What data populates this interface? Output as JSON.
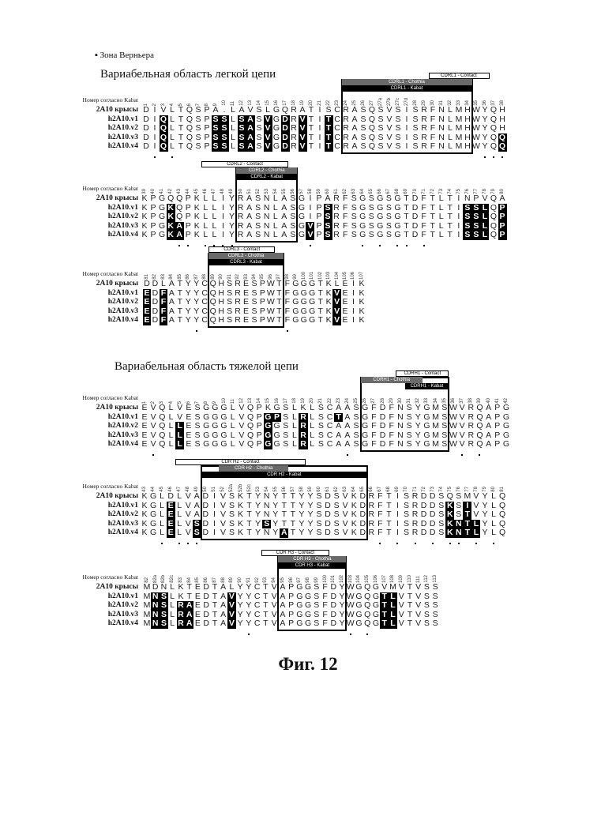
{
  "vernier_note": "▪ Зона Верньера",
  "figure_caption": "Фиг. 12",
  "light_chain": {
    "title": "Вариабельная область легкой цепи",
    "blocks": [
      {
        "numbering_label": "Номер согласно Kabat",
        "numbers": [
          "1",
          "2",
          "3",
          "4",
          "5",
          "6",
          "7",
          "8",
          "9",
          "10",
          "11",
          "12",
          "13",
          "14",
          "15",
          "16",
          "17",
          "18",
          "19",
          "20",
          "21",
          "22",
          "23",
          "24",
          "25",
          "26",
          "27",
          "27a",
          "27b",
          "27c",
          "27d",
          "28",
          "29",
          "30",
          "31",
          "32",
          "33",
          "34",
          "35",
          "36",
          "37",
          "38"
        ],
        "rows": [
          {
            "label": "2A10 крысы",
            "seq": "DIVLTQSPA.LAVSLGQRATISCRASQSVSISRFNLMHWYQH"
          },
          {
            "label": "h2A10.v1",
            "seq": "DIQLTQSPSSLSASVGDRVTITCRASQSVSISRFNLMHWYQH"
          },
          {
            "label": "h2A10.v2",
            "seq": "DIQLTQSPSSLSASVGDRVTITCRASQSVSISRFNLMHWYQH"
          },
          {
            "label": "h2A10.v3",
            "seq": "DIQLTQSPSSLSASVGDRVTITCRASQSVSISRFNLMHWYQQ"
          },
          {
            "label": "h2A10.v4",
            "seq": "DIQLTQSPSSLSASVGDRVTITCRASQSVSISRFNLMHWYQQ"
          }
        ],
        "vernier": [
          "2",
          "4",
          "36",
          "37",
          "38"
        ],
        "cdr": {
          "contact": {
            "label": "CDRL1 - Contact",
            "from": "30",
            "to": "36"
          },
          "chothia": {
            "label": "CDRL1 - Chothia",
            "from": "24",
            "to": "34"
          },
          "kabat": {
            "label": "CDRL1 - Kabat",
            "from": "24",
            "to": "34"
          }
        }
      },
      {
        "numbering_label": "Номер согласно Kabat",
        "numbers": [
          "39",
          "40",
          "41",
          "42",
          "43",
          "44",
          "45",
          "46",
          "47",
          "48",
          "49",
          "50",
          "51",
          "52",
          "53",
          "54",
          "55",
          "56",
          "57",
          "58",
          "59",
          "60",
          "61",
          "62",
          "63",
          "64",
          "65",
          "66",
          "67",
          "68",
          "69",
          "70",
          "71",
          "72",
          "73",
          "74",
          "75",
          "76",
          "77",
          "78",
          "79",
          "80"
        ],
        "rows": [
          {
            "label": "2A10 крысы",
            "seq": "KPGQQPKLLIYRASNLASGIPARFSGSGSGTDFTLTINPVQA"
          },
          {
            "label": "h2A10.v1",
            "seq": "KPGKQPKLLIYRASNLASGIPSRFSGSGSGTDFTLTISSLQP"
          },
          {
            "label": "h2A10.v2",
            "seq": "KPGKQPKLLIYRASNLASGIPSRFSGSGSGTDFTLTISSLQP"
          },
          {
            "label": "h2A10.v3",
            "seq": "KPGKAPKLLIYRASNLASGVPSRFSGSGSGTDFTLTISSLQP"
          },
          {
            "label": "h2A10.v4",
            "seq": "KPGKAPKLLIYRASNLASGVPSRFSGSGSGTDFTLTISSLQP"
          }
        ],
        "vernier": [
          "43",
          "44",
          "46",
          "47",
          "48",
          "49",
          "58",
          "64",
          "66",
          "68",
          "69",
          "71"
        ],
        "cdr": {
          "contact": {
            "label": "CDRL2 - Contact",
            "from": "46",
            "to": "55"
          },
          "chothia": {
            "label": "CDRL2 - Chothia",
            "from": "50",
            "to": "56"
          },
          "kabat": {
            "label": "CDRL2 - Kabat",
            "from": "50",
            "to": "56"
          }
        }
      },
      {
        "numbering_label": "Номер согласно Kabat",
        "numbers": [
          "81",
          "82",
          "83",
          "84",
          "85",
          "86",
          "87",
          "88",
          "89",
          "90",
          "91",
          "92",
          "93",
          "94",
          "95",
          "96",
          "97",
          "98",
          "99",
          "100",
          "101",
          "102",
          "103",
          "104",
          "105",
          "106",
          "107"
        ],
        "rows": [
          {
            "label": "2A10 крысы",
            "seq": "DDLATYYCQHSRESPWTFGGGTKLEIK"
          },
          {
            "label": "h2A10.v1",
            "seq": "EDFATYYCQHSRESPWTFGGGTKVEIK"
          },
          {
            "label": "h2A10.v2",
            "seq": "EDFATYYCQHSRESPWTFGGGTKVEIK"
          },
          {
            "label": "h2A10.v3",
            "seq": "EDFATYYCQHSRESPWTFGGGTKVEIK"
          },
          {
            "label": "h2A10.v4",
            "seq": "EDFATYYCQHSRESPWTFGGGTKVEIK"
          }
        ],
        "vernier": [
          "87",
          "98"
        ],
        "cdr": {
          "contact": {
            "label": "CDRL3 - Contact",
            "from": "89",
            "to": "96"
          },
          "chothia": {
            "label": "CDRL3 - Chothia",
            "from": "89",
            "to": "97"
          },
          "kabat": {
            "label": "CDRL3 - Kabat",
            "from": "89",
            "to": "97"
          }
        }
      }
    ]
  },
  "heavy_chain": {
    "title": "Вариабельная область тяжелой цепи",
    "blocks": [
      {
        "numbering_label": "Номер согласно Kabat",
        "numbers": [
          "1",
          "2",
          "3",
          "4",
          "5",
          "6",
          "7",
          "8",
          "9",
          "10",
          "11",
          "12",
          "13",
          "14",
          "15",
          "16",
          "17",
          "18",
          "19",
          "20",
          "21",
          "22",
          "23",
          "24",
          "25",
          "26",
          "27",
          "28",
          "29",
          "30",
          "31",
          "32",
          "33",
          "34",
          "35",
          "36",
          "37",
          "38",
          "39",
          "40",
          "41",
          "42"
        ],
        "rows": [
          {
            "label": "2A10 крысы",
            "seq": "EVQLVESGGGLVQPKGSLKLSCAASGFDFNSYGMSWVRQAPG"
          },
          {
            "label": "h2A10.v1",
            "seq": "EVQLVESGGGLVQPGPSLRLSCTASGFDFNSYGMSWVRQAPG"
          },
          {
            "label": "h2A10.v2",
            "seq": "EVQLLESGGGLVQPGGSLRLSCAASGFDFNSYGMSWVRQAPG"
          },
          {
            "label": "h2A10.v3",
            "seq": "EVQLLESGGGLVQPGGSLRLSCAASGFDFNSYGMSWVRQAPG"
          },
          {
            "label": "h2A10.v4",
            "seq": "EVQLLESGGGLVQPGGSLRLSCAASGFDFNSYGMSWVRQAPG"
          }
        ],
        "vernier": [
          "2",
          "24",
          "37",
          "39"
        ],
        "cdr": {
          "contact": {
            "label": "CDRH1 - Contact",
            "from": "30",
            "to": "35"
          },
          "chothia": {
            "label": "CDRH1 - Chothia",
            "from": "26",
            "to": "32"
          },
          "kabat": {
            "label": "CDRH1 - Kabat",
            "from": "31",
            "to": "35"
          }
        }
      },
      {
        "numbering_label": "Номер согласно Kabat",
        "numbers": [
          "43",
          "44",
          "45",
          "46",
          "47",
          "48",
          "49",
          "50",
          "51",
          "52",
          "52a",
          "52b",
          "52c",
          "53",
          "54",
          "55",
          "56",
          "57",
          "58",
          "59",
          "60",
          "61",
          "62",
          "63",
          "64",
          "65",
          "66",
          "67",
          "68",
          "69",
          "70",
          "71",
          "72",
          "73",
          "74",
          "75",
          "76",
          "77",
          "78",
          "79",
          "80",
          "81"
        ],
        "rows": [
          {
            "label": "2A10 крысы",
            "seq": "KGLDLVADIVSKTYNYTTYYSDSVKDRFTISRDDSQSMVYLQ"
          },
          {
            "label": "h2A10.v1",
            "seq": "KGLELVADIVSKTYNYTTYYSDSVKDRFTISRDDSKSIVYLQ"
          },
          {
            "label": "h2A10.v2",
            "seq": "KGLELVADIVSKTYNYTTYYSDSVKDRFTISRDDSKSTVYLQ"
          },
          {
            "label": "h2A10.v3",
            "seq": "KGLELVSDIVSKTYSYTTYYSDSVKDRFTISRDDSKNTLYLQ"
          },
          {
            "label": "h2A10.v4",
            "seq": "KGLELVSDIVSKTYNYATYYSDSVKDRFTISRDDSKNTLYLQ"
          }
        ],
        "vernier": [
          "45",
          "47",
          "48",
          "49",
          "67",
          "69",
          "71",
          "73",
          "75",
          "76",
          "78",
          "80"
        ],
        "cdr": {
          "contact": {
            "label": "CDR H2 - Contact",
            "from": "47",
            "to": "58"
          },
          "chothia": {
            "label": "CDR H2 - Chothia",
            "from": "52",
            "to": "56"
          },
          "kabat": {
            "label": "CDR H2 - Kabat",
            "from": "50",
            "to": "65"
          }
        }
      },
      {
        "numbering_label": "Номер согласно Kabat",
        "numbers": [
          "82",
          "82a",
          "82b",
          "82c",
          "83",
          "84",
          "85",
          "86",
          "87",
          "88",
          "89",
          "90",
          "91",
          "92",
          "93",
          "94",
          "95",
          "96",
          "97",
          "98",
          "99",
          "100",
          "101",
          "102",
          "103",
          "104",
          "105",
          "106",
          "107",
          "108",
          "109",
          "110",
          "111",
          "112",
          "113"
        ],
        "rows": [
          {
            "label": "2A10 крысы",
            "seq": "MDNLKTEDTALYYCTVAPGGSFDYWGQGVMVTVSS"
          },
          {
            "label": "h2A10.v1",
            "seq": "MNSLKTEDTAVYYCTVAPGGSFDYWGQGTLVTVSS"
          },
          {
            "label": "h2A10.v2",
            "seq": "MNSLRAEDTAVYYCTVAPGGSFDYWGQGTLVTVSS"
          },
          {
            "label": "h2A10.v3",
            "seq": "MNSLRAEDTAVYYCTVAPGGSFDYWGQGTLVTVSS"
          },
          {
            "label": "h2A10.v4",
            "seq": "MNSLRAEDTAVYYCTVAPGGSFDYWGQGTLVTVSS"
          }
        ],
        "vernier": [
          "91",
          "103",
          "105"
        ],
        "cdr": {
          "contact": {
            "label": "CDR H3 - Contact",
            "from": "93",
            "to": "100"
          },
          "chothia": {
            "label": "CDR H3 - Chothia",
            "from": "95",
            "to": "102"
          },
          "kabat": {
            "label": "CDR H3 - Kabat",
            "from": "95",
            "to": "102"
          }
        }
      }
    ]
  }
}
